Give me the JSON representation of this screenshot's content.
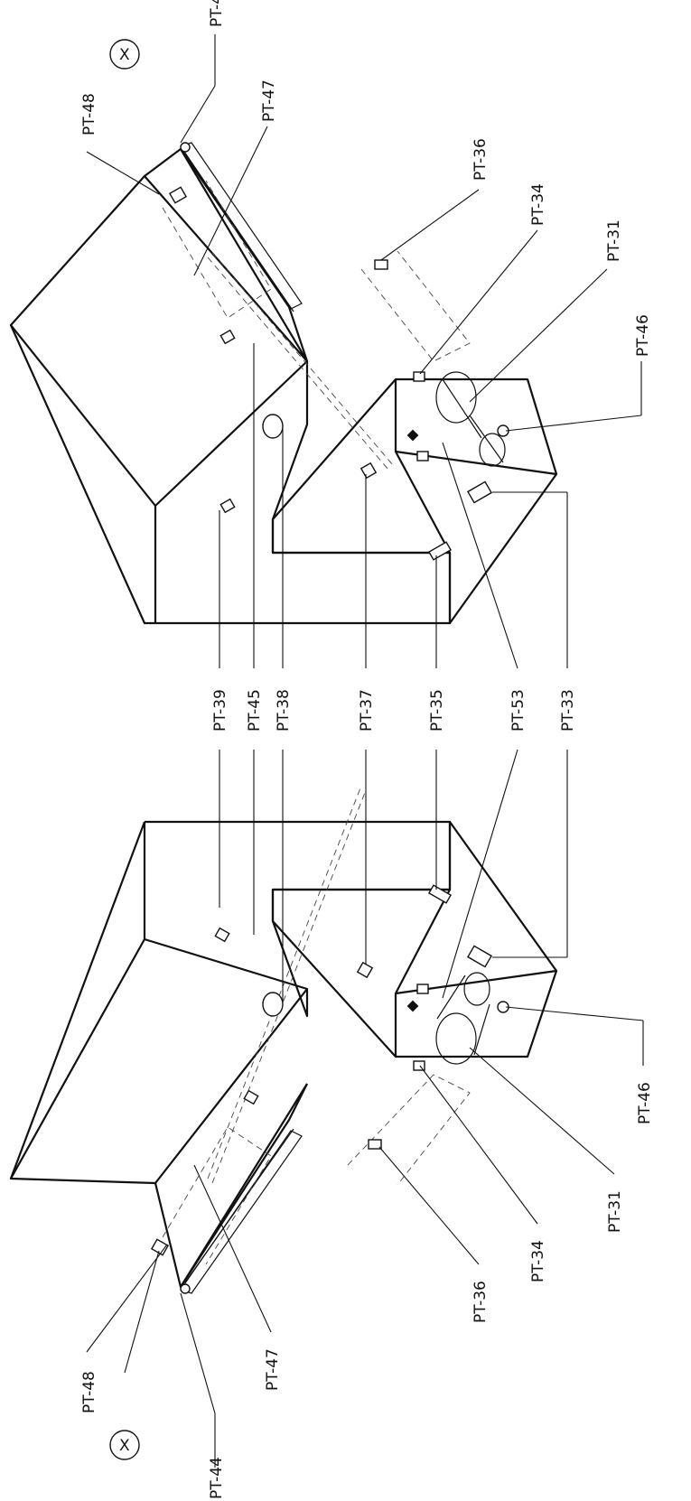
{
  "title": "",
  "labels": {
    "pt31": "PT-31",
    "pt33": "PT-33",
    "pt34": "PT-34",
    "pt35": "PT-35",
    "pt36": "PT-36",
    "pt37": "PT-37",
    "pt38": "PT-38",
    "pt39": "PT-39",
    "pt44": "PT-44",
    "pt45": "PT-45",
    "pt46": "PT-46",
    "pt47": "PT-47",
    "pt48": "PT-48",
    "pt53": "PT-53",
    "detail": "X"
  },
  "colors": {
    "line": "#111111",
    "background": "#ffffff"
  }
}
